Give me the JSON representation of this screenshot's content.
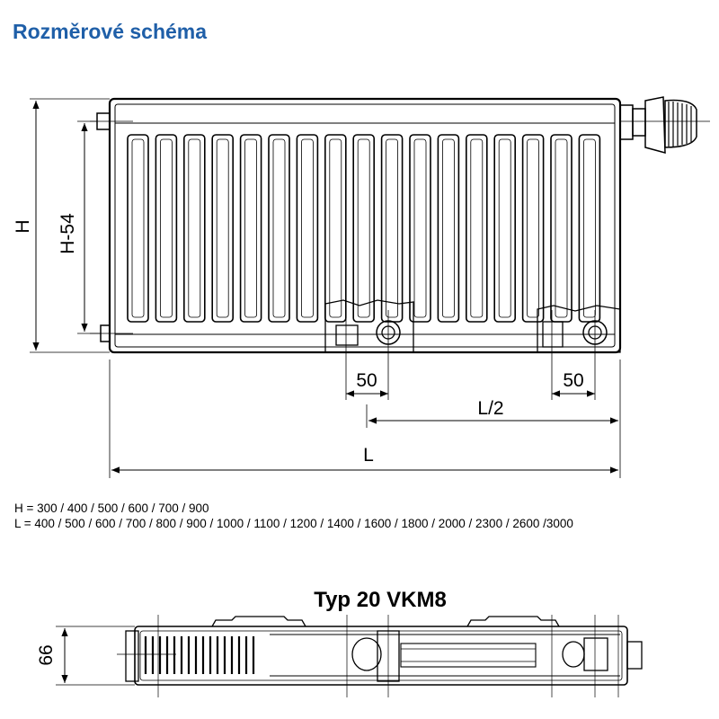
{
  "title": "Rozměrové schéma",
  "dimensions": {
    "height": "H",
    "height_minus": "H-54",
    "offset_left": "50",
    "offset_right": "50",
    "half_length": "L/2",
    "length": "L",
    "depth": "66"
  },
  "sizes": {
    "h_line": "H = 300 / 400 / 500 / 600 / 700 / 900",
    "l_line": "L = 400 / 500 / 600 / 700 / 800 / 900 / 1000 / 1100 / 1200 / 1400 / 1600 / 1800 / 2000 / 2300 / 2600 /3000"
  },
  "type_title": "Typ 20 VKM8",
  "colors": {
    "title": "#1f5fa8",
    "line": "#000000"
  }
}
